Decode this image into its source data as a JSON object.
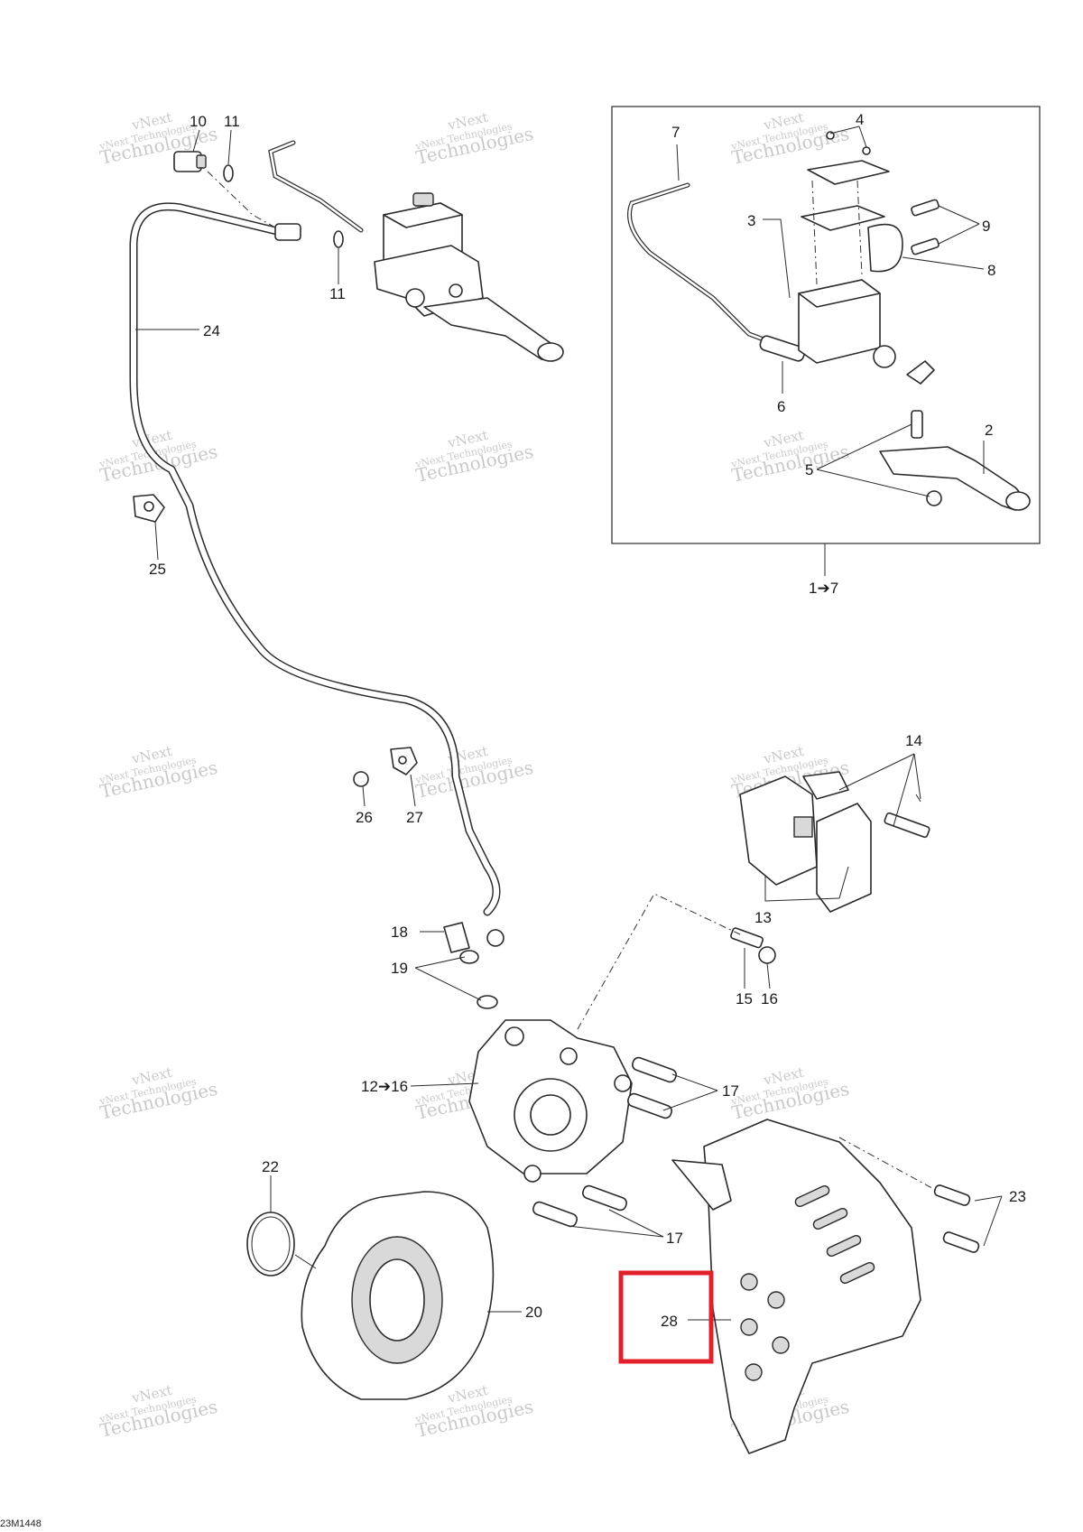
{
  "figure_code": "23M1448",
  "watermark": {
    "line1": "vNext",
    "line2": "vNext Technologies",
    "line3": "Technologies"
  },
  "callouts": {
    "c10": "10",
    "c11a": "11",
    "c11b": "11",
    "c24": "24",
    "c25": "25",
    "c26": "26",
    "c27": "27",
    "c18": "18",
    "c19": "19",
    "c12_16": "12➔16",
    "c15": "15",
    "c16": "16",
    "c13": "13",
    "c14": "14",
    "c17a": "17",
    "c17b": "17",
    "c22": "22",
    "c20": "20",
    "c23": "23",
    "c28": "28",
    "c7": "7",
    "c4": "4",
    "c3": "3",
    "c9": "9",
    "c8": "8",
    "c6": "6",
    "c2": "2",
    "c5": "5",
    "c1_7": "1➔7"
  },
  "highlight": {
    "label": "28",
    "color": "#e0202a"
  },
  "colors": {
    "line": "#2a2a2a",
    "highlight": "#e0202a",
    "watermark": "#b8b8b8"
  }
}
